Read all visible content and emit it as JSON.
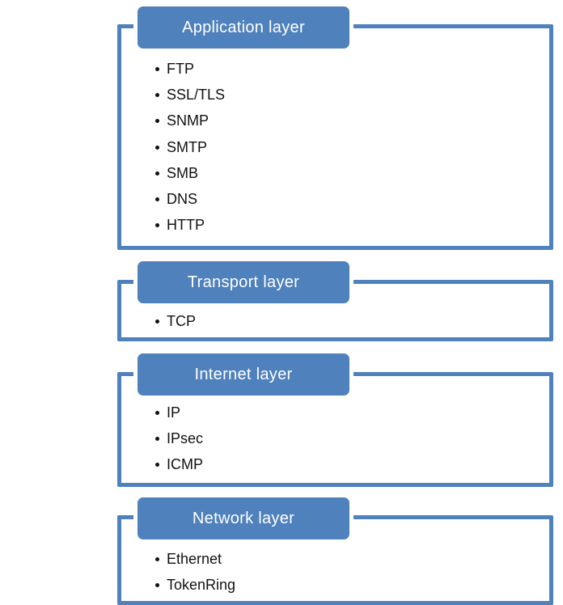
{
  "accent_color": "#4f81bd",
  "layers": [
    {
      "title": "Application layer",
      "items": [
        "FTP",
        "SSL/TLS",
        "SNMP",
        "SMTP",
        "SMB",
        "DNS",
        "HTTP"
      ]
    },
    {
      "title": "Transport layer",
      "items": [
        "TCP"
      ]
    },
    {
      "title": "Internet layer",
      "items": [
        "IP",
        "IPsec",
        "ICMP"
      ]
    },
    {
      "title": "Network layer",
      "items": [
        "Ethernet",
        "TokenRing"
      ]
    }
  ]
}
